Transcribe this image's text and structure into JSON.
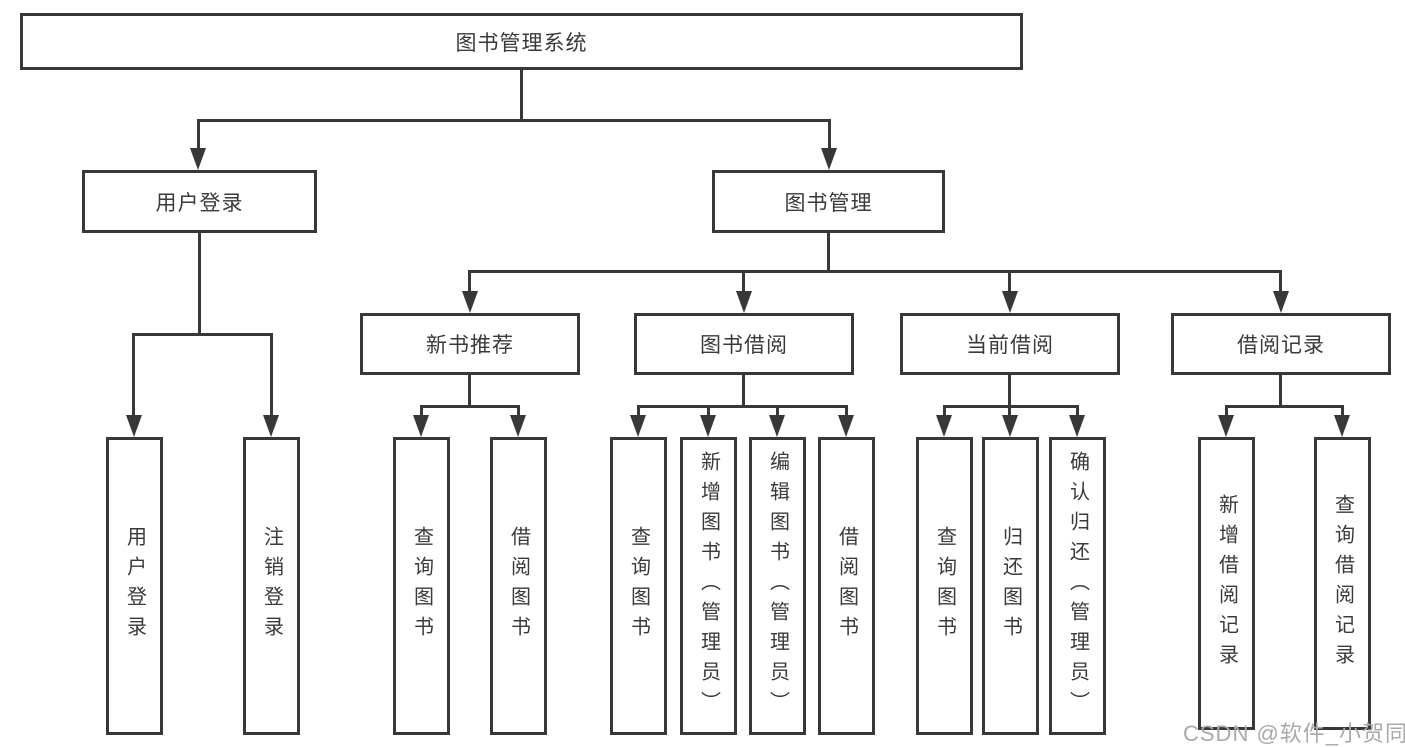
{
  "diagram": {
    "title": "图书管理系统",
    "branches": [
      {
        "label": "用户登录",
        "children": [
          {
            "label": "用户登录"
          },
          {
            "label": "注销登录"
          }
        ]
      },
      {
        "label": "图书管理",
        "children": [
          {
            "label": "新书推荐",
            "children": [
              {
                "label": "查询图书"
              },
              {
                "label": "借阅图书"
              }
            ]
          },
          {
            "label": "图书借阅",
            "children": [
              {
                "label": "查询图书"
              },
              {
                "label": "新增图书（管理员）"
              },
              {
                "label": "编辑图书（管理员）"
              },
              {
                "label": "借阅图书"
              }
            ]
          },
          {
            "label": "当前借阅",
            "children": [
              {
                "label": "查询图书"
              },
              {
                "label": "归还图书"
              },
              {
                "label": "确认归还（管理员）"
              }
            ]
          },
          {
            "label": "借阅记录",
            "children": [
              {
                "label": "新增借阅记录"
              },
              {
                "label": "查询借阅记录"
              }
            ]
          }
        ]
      }
    ]
  },
  "watermark": "CSDN @软件_小贺同学",
  "colors": {
    "line": "#383838",
    "text": "#3a3a3a",
    "watermark": "#a9a9a9",
    "background": "#ffffff"
  }
}
